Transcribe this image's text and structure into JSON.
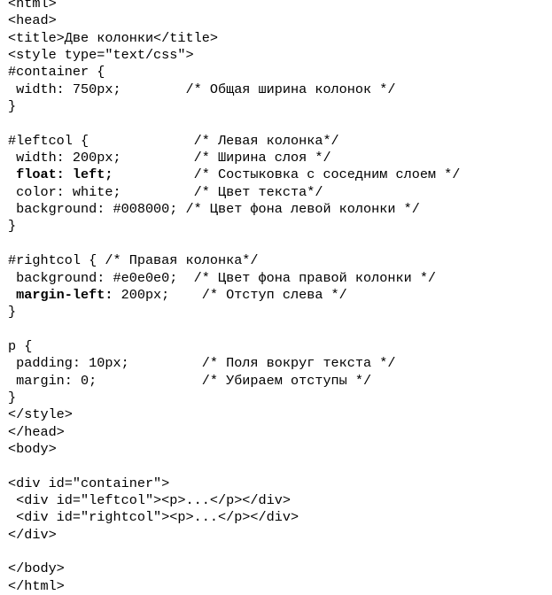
{
  "document": {
    "lines": [
      "<html>",
      "<head>",
      "<title>Две колонки</title>",
      "<style type=\"text/css\">",
      "#container {",
      " width: 750px;        /* Общая ширина колонок */",
      "}",
      "",
      "#leftcol {             /* Левая колонка*/",
      " width: 200px;         /* Ширина слоя */",
      {
        "bold": " float: left;",
        "rest": "          /* Состыковка с соседним слоем */"
      },
      " color: white;         /* Цвет текста*/",
      " background: #008000; /* Цвет фона левой колонки */",
      "}",
      "",
      "#rightcol { /* Правая колонка*/",
      " background: #e0e0e0;  /* Цвет фона правой колонки */",
      {
        "bold": " margin-left:",
        "rest": " 200px;    /* Отступ слева */"
      },
      "}",
      "",
      "p {",
      " padding: 10px;         /* Поля вокруг текста */",
      " margin: 0;             /* Убираем отступы */",
      "}",
      "</style>",
      "</head>",
      "<body>",
      "",
      "<div id=\"container\">",
      " <div id=\"leftcol\"><p>...</p></div>",
      " <div id=\"rightcol\"><p>...</p></div>",
      "</div>",
      "",
      "</body>",
      "</html>"
    ]
  }
}
